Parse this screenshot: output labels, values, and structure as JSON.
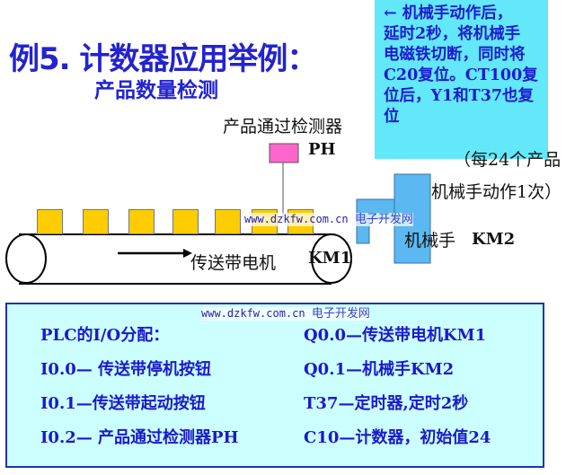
{
  "title": "例5. 计数器应用举例：",
  "subtitle": "产品数量检测",
  "note": [
    "← 机械手动作后，",
    "延时2秒，将机械手",
    "电磁铁切断，同时将",
    "C20复位。CT100复",
    "位后，Y1和T37也复",
    "位"
  ],
  "sensor_label": "产品通过检测器",
  "sensor_code": "PH",
  "conveyor_label": "传送带电机",
  "conveyor_code": "KM1",
  "robot_label": "机械手",
  "robot_code": "KM2",
  "robot_note": [
    "（每24个产品",
    "机械手动作1次）"
  ],
  "watermark": {
    "url": "www.dzkfw.com.cn",
    "site": "电子开发网"
  },
  "io": {
    "heading": "PLC的I/O分配：",
    "left": [
      "I0.0— 传送带停机按钮",
      "I0.1—传送带起动按钮",
      "I0.2— 产品通过检测器PH"
    ],
    "right": [
      "Q0.0—传送带电机KM1",
      "Q0.1—机械手KM2",
      "T37—定时器,定时2秒",
      "C10—计数器，初始值24"
    ]
  },
  "colors": {
    "product": "#ffcc00",
    "sensor": "#ff66cc",
    "robot": "#5bb8f0",
    "note_bg": "#62e8f8",
    "io_bg": "#ccffff"
  }
}
